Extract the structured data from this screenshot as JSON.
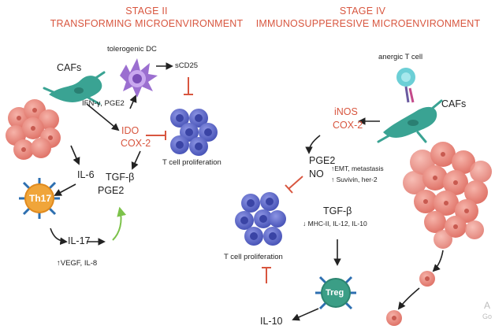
{
  "left_panel": {
    "heading_line1": "STAGE II",
    "heading_line2": "TRANSFORMING MICROENVIRONMENT",
    "cafs": "CAFs",
    "tolerogenic_dc": "tolerogenic DC",
    "scd25": "sCD25",
    "ifn_pge2": "IFN-γ, PGE2",
    "ido": "IDO",
    "cox2": "COX-2",
    "t_cell_proliferation": "T cell proliferation",
    "il6": "IL-6",
    "tgf_beta": "TGF-β",
    "pge2": "PGE2",
    "th17": "Th17",
    "il17": "IL-17",
    "vegf_il8": "↑VEGF,  IL-8"
  },
  "right_panel": {
    "heading_line1": "STAGE IV",
    "heading_line2": "IMMUNOSUPPERESIVE MICROENVIRONMENT",
    "anergic_t_cell": "anergic T cell",
    "cafs": "CAFs",
    "inos": "iNOS",
    "cox2": "COX-2",
    "pge2": "PGE2",
    "no": "NO",
    "emt": "↑EMT, metastasis",
    "survivin": "↑ Suvivin, her-2",
    "t_cell_proliferation": "T cell proliferation",
    "tgf_beta": "TGF-β",
    "mhc": "↓ MHC-II, IL-12, IL-10",
    "treg": "Treg",
    "il10": "IL-10"
  },
  "watermark": {
    "line1": "A",
    "line2": "Go"
  },
  "colors": {
    "accent_red": "#d8563f",
    "tcell_blue": "#5a64c8",
    "caf_teal": "#3aa393",
    "tumor_salmon": "#e9877c",
    "th17_orange": "#f0a53a",
    "treg_green": "#3b9e86",
    "dc_purple": "#9b6fd0",
    "anergic_cyan": "#6ccfd6",
    "arrow_green": "#7cc24a"
  }
}
